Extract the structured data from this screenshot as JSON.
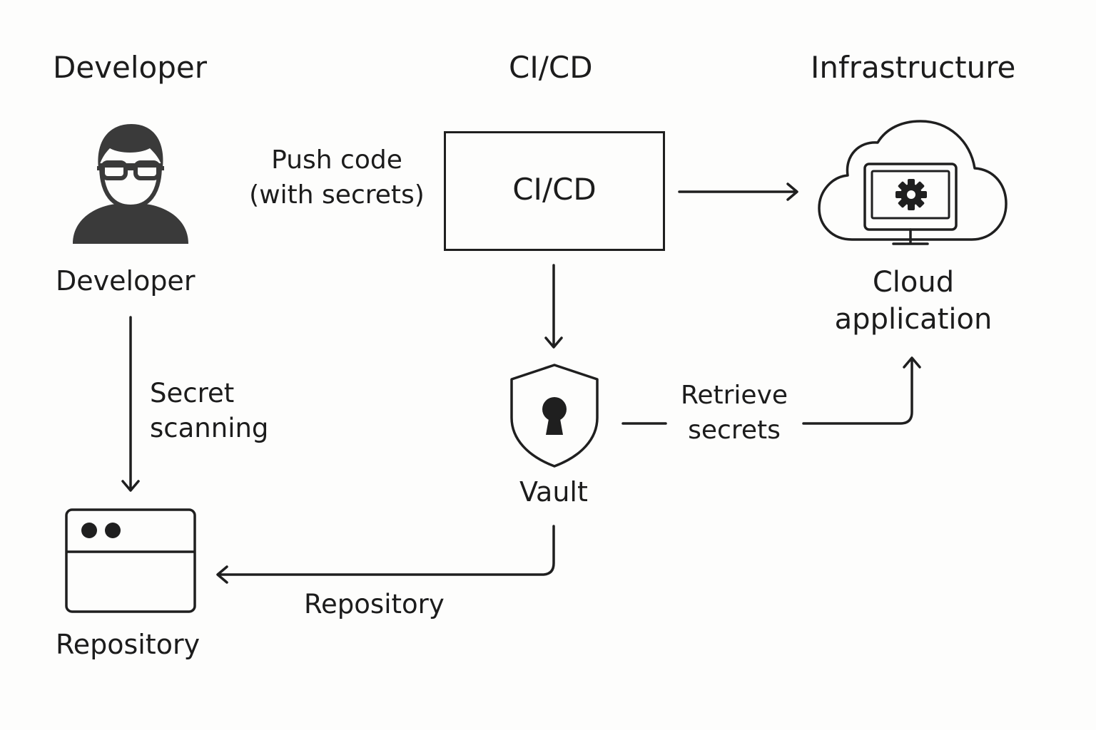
{
  "columns": {
    "developer": "Developer",
    "cicd": "CI/CD",
    "infrastructure": "Infrastructure"
  },
  "nodes": {
    "developer": {
      "label": "Developer",
      "icon": "developer-person-icon"
    },
    "cicd": {
      "label": "CI/CD"
    },
    "cloud": {
      "line1": "Cloud",
      "line2": "application",
      "icon": "cloud-monitor-gear-icon"
    },
    "vault": {
      "label": "Vault",
      "icon": "shield-keyhole-icon"
    },
    "repository": {
      "label": "Repository",
      "icon": "browser-window-icon"
    }
  },
  "edges": {
    "push_code": {
      "line1": "Push code",
      "line2": "(with secrets)"
    },
    "secret_scanning": {
      "line1": "Secret",
      "line2": "scanning"
    },
    "retrieve_secrets": {
      "line1": "Retrieve",
      "line2": "secrets"
    },
    "repository": {
      "label": "Repository"
    }
  },
  "colors": {
    "stroke": "#1f1f1f",
    "fill": "#3a3a3a",
    "background": "#fdfdfc"
  }
}
